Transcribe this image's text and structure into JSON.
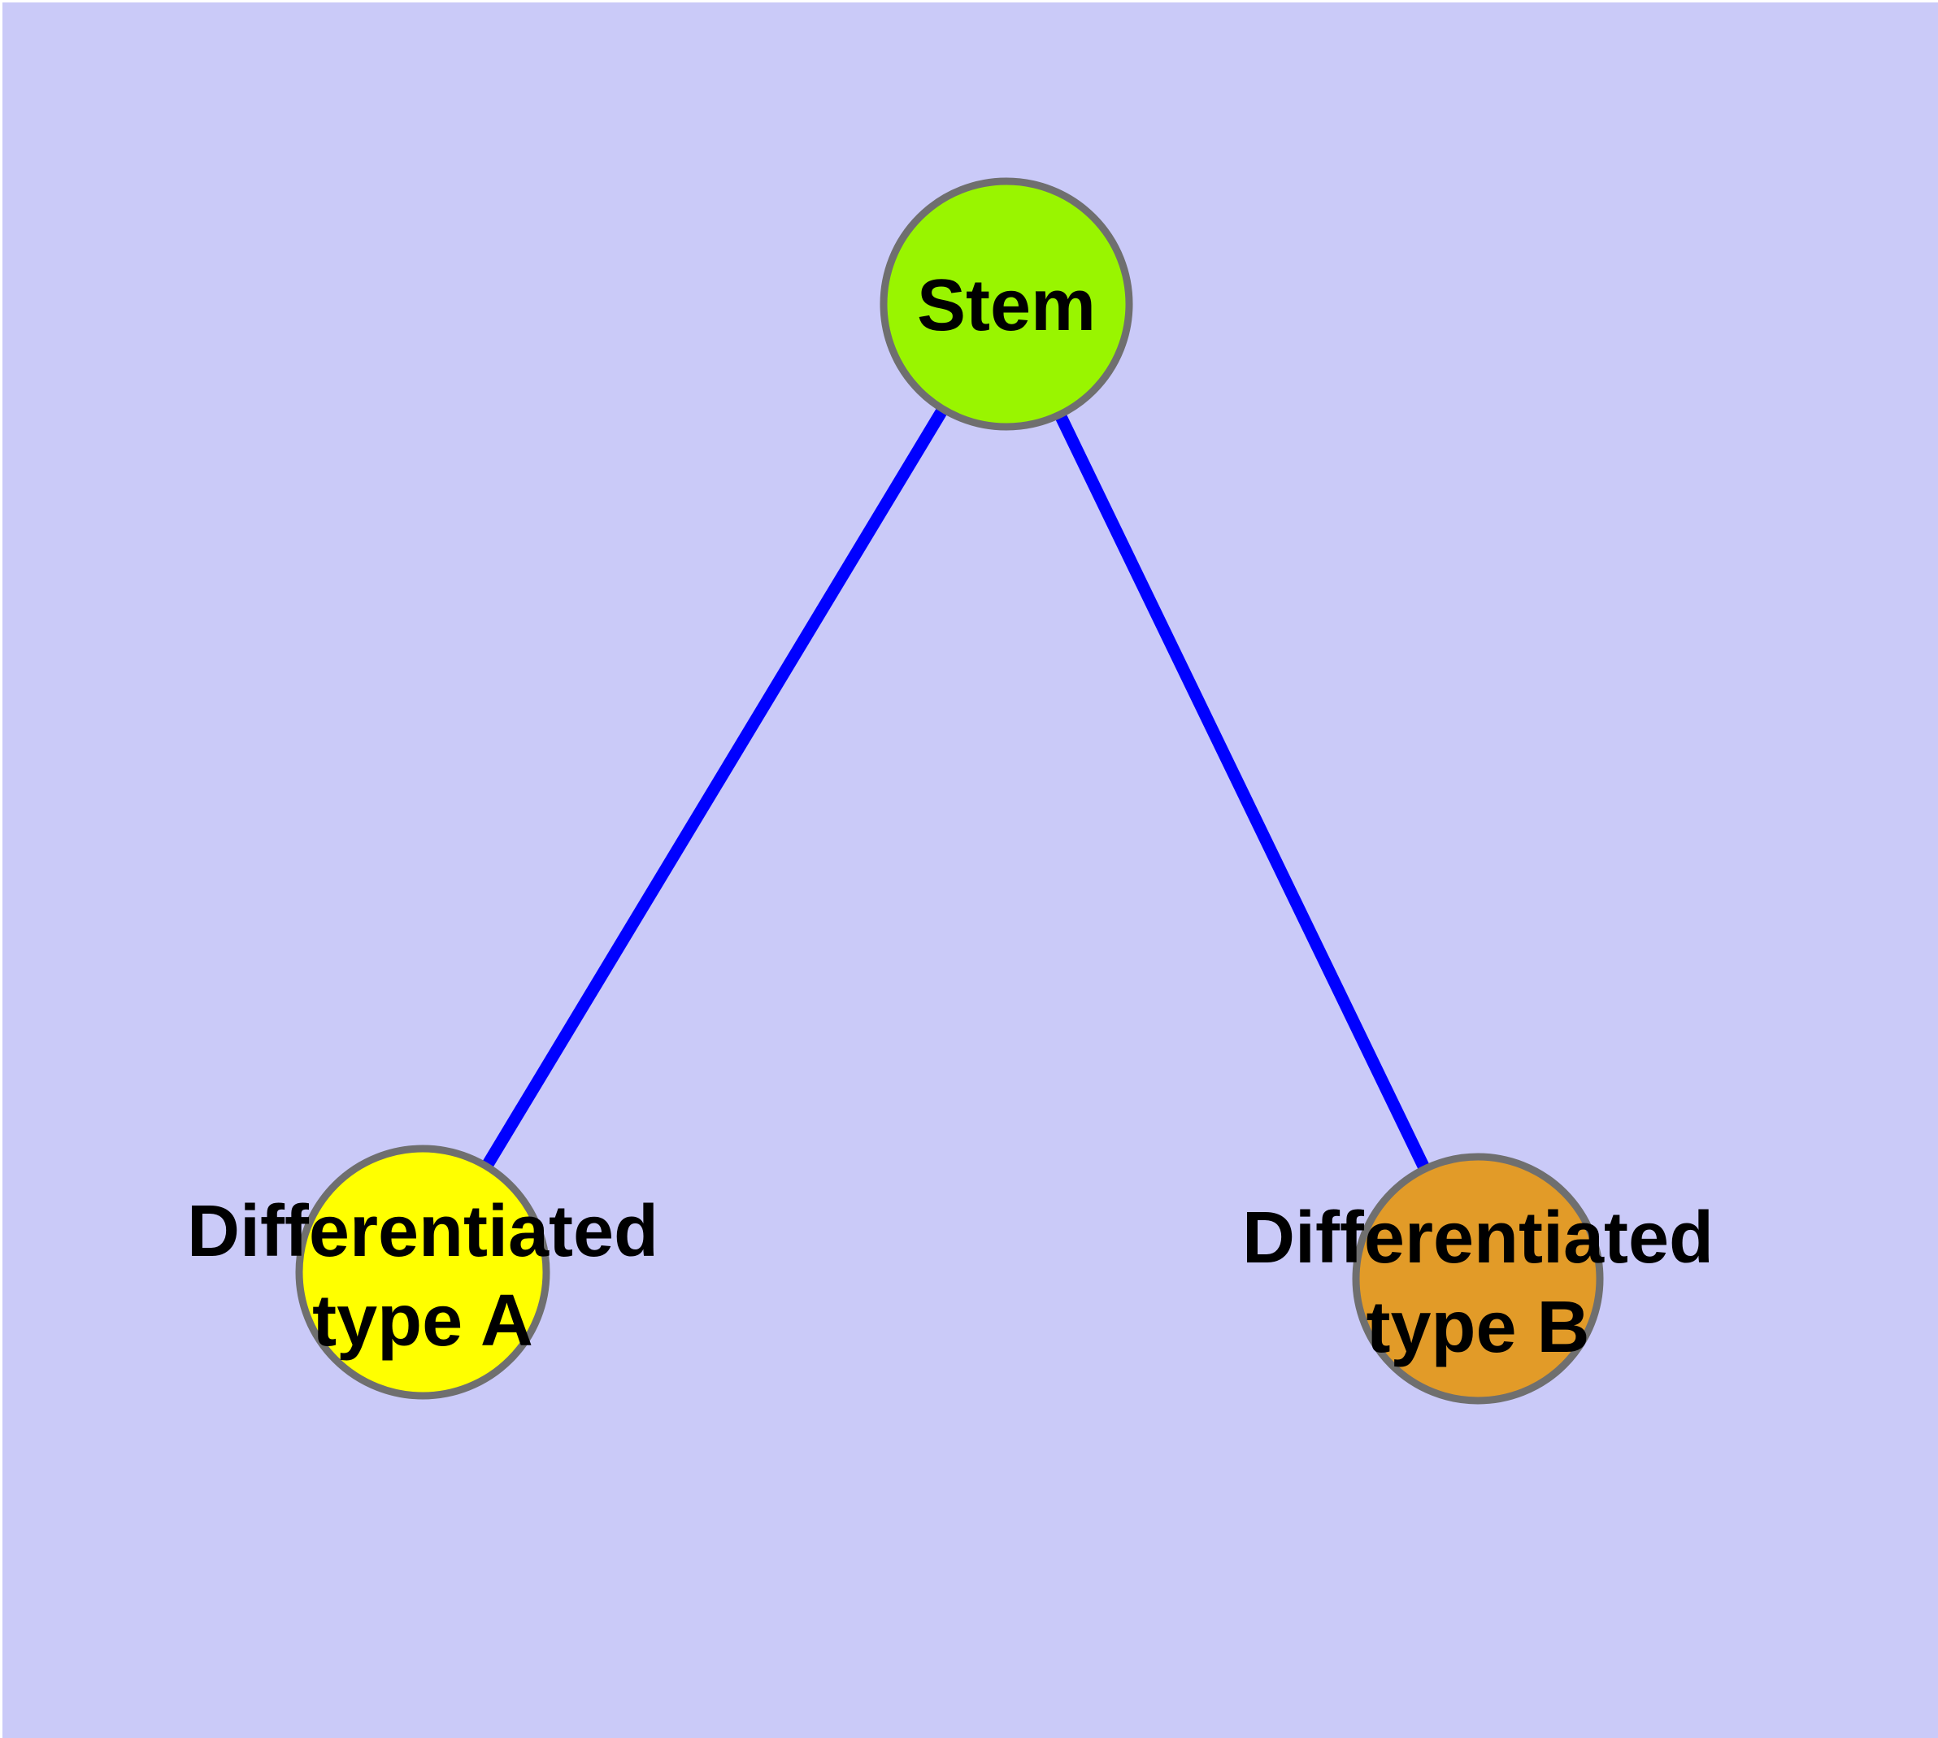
{
  "diagram": {
    "type": "node-link-graph",
    "background_color": "#CACAF8",
    "margin_color": "#FFFFFF",
    "edge_color": "#0000FF",
    "node_border_color": "#6F6F6F",
    "label_color": "#000000",
    "nodes": {
      "stem": {
        "label": "Stem",
        "color": "#99F500"
      },
      "type_a": {
        "label": "Differentiated type A",
        "label_line1": "Differentiated",
        "label_line2": "type A",
        "color": "#FFFF00"
      },
      "type_b": {
        "label": "Differentiated type B",
        "label_line1": "Differentiated",
        "label_line2": "type B",
        "color": "#E29B28"
      }
    },
    "edges": [
      {
        "from": "Stem",
        "to": "Differentiated type A"
      },
      {
        "from": "Stem",
        "to": "Differentiated type B"
      }
    ]
  }
}
